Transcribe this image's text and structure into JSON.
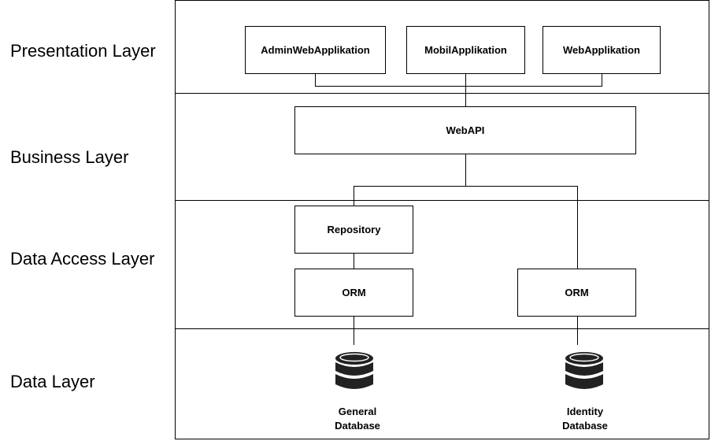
{
  "layers": {
    "presentation": "Presentation Layer",
    "business": "Business Layer",
    "data_access": "Data Access Layer",
    "data": "Data Layer"
  },
  "nodes": {
    "admin_web": "AdminWebApplikation",
    "mobil": "MobilApplikation",
    "web": "WebApplikation",
    "webapi": "WebAPI",
    "repository": "Repository",
    "orm_left": "ORM",
    "orm_right": "ORM"
  },
  "databases": {
    "general": {
      "line1": "General",
      "line2": "Database",
      "icon": "database-icon"
    },
    "identity": {
      "line1": "Identity",
      "line2": "Database",
      "icon": "database-icon"
    }
  },
  "colors": {
    "stroke": "#000000",
    "background": "#ffffff",
    "db_fill": "#222222"
  }
}
